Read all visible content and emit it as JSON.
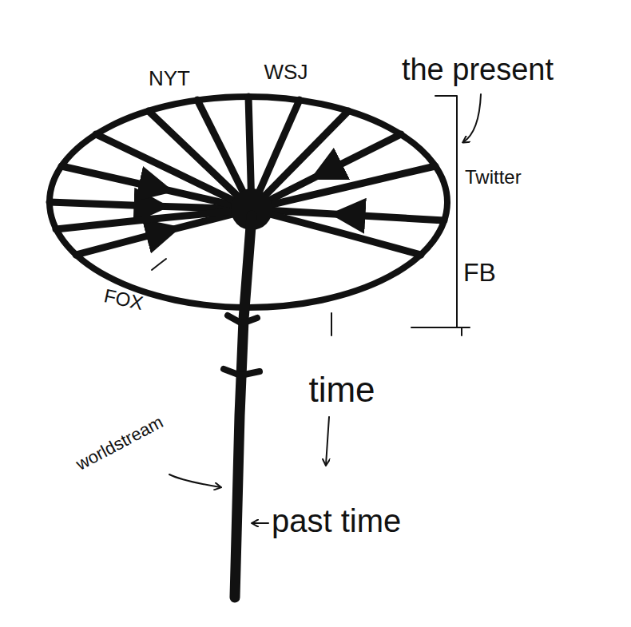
{
  "diagram": {
    "labels": [
      "NYT",
      "WSJ",
      "the present",
      "Twitter",
      "FB",
      "FOX",
      "time",
      "worldstream",
      "past time"
    ]
  }
}
